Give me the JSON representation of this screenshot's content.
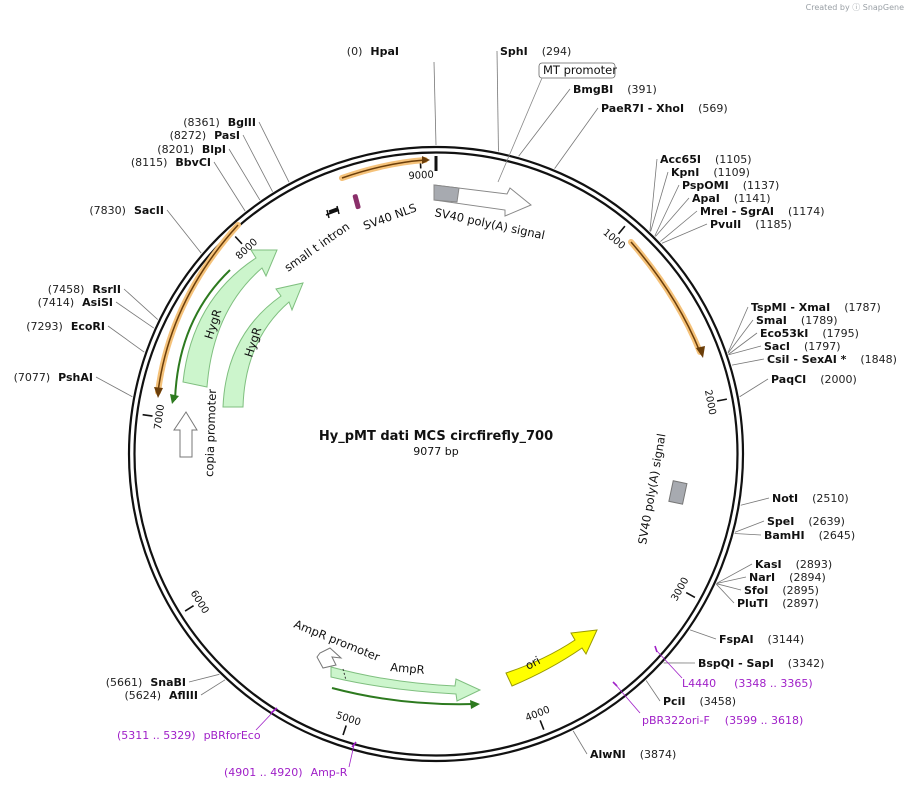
{
  "credit": "Created by ⓘ SnapGene",
  "plasmid": {
    "name": "Hy_pMT dati MCS circfirefly_700",
    "length": "9077 bp"
  },
  "ticks": [
    {
      "pos": 1000,
      "label": "1000"
    },
    {
      "pos": 2000,
      "label": "2000"
    },
    {
      "pos": 3000,
      "label": "3000"
    },
    {
      "pos": 4000,
      "label": "4000"
    },
    {
      "pos": 5000,
      "label": "5000"
    },
    {
      "pos": 6000,
      "label": "6000"
    },
    {
      "pos": 7000,
      "label": "7000"
    },
    {
      "pos": 8000,
      "label": "8000"
    },
    {
      "pos": 9000,
      "label": "9000"
    }
  ],
  "sites": [
    {
      "name": "HpaI",
      "pos": "(0)",
      "bp": 0,
      "side": "top-left"
    },
    {
      "name": "SphI",
      "pos": "(294)",
      "bp": 294,
      "side": "right"
    },
    {
      "name": "BmgBI",
      "pos": "(391)",
      "bp": 391,
      "side": "right"
    },
    {
      "name": "PaeR7I  - XhoI",
      "pos": "(569)",
      "bp": 569,
      "side": "right"
    },
    {
      "name": "Acc65I",
      "pos": "(1105)",
      "bp": 1105,
      "side": "right"
    },
    {
      "name": "KpnI",
      "pos": "(1109)",
      "bp": 1109,
      "side": "right"
    },
    {
      "name": "PspOMI",
      "pos": "(1137)",
      "bp": 1137,
      "side": "right"
    },
    {
      "name": "ApaI",
      "pos": "(1141)",
      "bp": 1141,
      "side": "right"
    },
    {
      "name": "MreI  - SgrAI",
      "pos": "(1174)",
      "bp": 1174,
      "side": "right"
    },
    {
      "name": "PvuII",
      "pos": "(1185)",
      "bp": 1185,
      "side": "right"
    },
    {
      "name": "TspMI  - XmaI",
      "pos": "(1787)",
      "bp": 1787,
      "side": "right"
    },
    {
      "name": "SmaI",
      "pos": "(1789)",
      "bp": 1789,
      "side": "right"
    },
    {
      "name": "Eco53kI",
      "pos": "(1795)",
      "bp": 1795,
      "side": "right"
    },
    {
      "name": "SacI",
      "pos": "(1797)",
      "bp": 1797,
      "side": "right"
    },
    {
      "name": "CsiI  - SexAI *",
      "pos": "(1848)",
      "bp": 1848,
      "side": "right"
    },
    {
      "name": "PaqCI",
      "pos": "(2000)",
      "bp": 2000,
      "side": "right"
    },
    {
      "name": "NotI",
      "pos": "(2510)",
      "bp": 2510,
      "side": "right"
    },
    {
      "name": "SpeI",
      "pos": "(2639)",
      "bp": 2639,
      "side": "right"
    },
    {
      "name": "BamHI",
      "pos": "(2645)",
      "bp": 2645,
      "side": "right"
    },
    {
      "name": "KasI",
      "pos": "(2893)",
      "bp": 2893,
      "side": "right"
    },
    {
      "name": "NarI",
      "pos": "(2894)",
      "bp": 2894,
      "side": "right"
    },
    {
      "name": "SfoI",
      "pos": "(2895)",
      "bp": 2895,
      "side": "right"
    },
    {
      "name": "PluTI",
      "pos": "(2897)",
      "bp": 2897,
      "side": "right"
    },
    {
      "name": "FspAI",
      "pos": "(3144)",
      "bp": 3144,
      "side": "right"
    },
    {
      "name": "BspQI  - SapI",
      "pos": "(3342)",
      "bp": 3342,
      "side": "right"
    },
    {
      "name": "PciI",
      "pos": "(3458)",
      "bp": 3458,
      "side": "right"
    },
    {
      "name": "AlwNI",
      "pos": "(3874)",
      "bp": 3874,
      "side": "right"
    },
    {
      "name": "SnaBI",
      "pos": "(5661)",
      "bp": 5661,
      "side": "left"
    },
    {
      "name": "AflIII",
      "pos": "(5624)",
      "bp": 5624,
      "side": "left"
    },
    {
      "name": "PshAI",
      "pos": "(7077)",
      "bp": 7077,
      "side": "left"
    },
    {
      "name": "EcoRI",
      "pos": "(7293)",
      "bp": 7293,
      "side": "left"
    },
    {
      "name": "AsiSI",
      "pos": "(7414)",
      "bp": 7414,
      "side": "left"
    },
    {
      "name": "RsrII",
      "pos": "(7458)",
      "bp": 7458,
      "side": "left"
    },
    {
      "name": "SacII",
      "pos": "(7830)",
      "bp": 7830,
      "side": "left"
    },
    {
      "name": "BbvCI",
      "pos": "(8115)",
      "bp": 8115,
      "side": "left"
    },
    {
      "name": "BlpI",
      "pos": "(8201)",
      "bp": 8201,
      "side": "left"
    },
    {
      "name": "PasI",
      "pos": "(8272)",
      "bp": 8272,
      "side": "left"
    },
    {
      "name": "BglII",
      "pos": "(8361)",
      "bp": 8361,
      "side": "left"
    }
  ],
  "primers": [
    {
      "name": "L4440",
      "pos": "(3348 .. 3365)"
    },
    {
      "name": "pBR322ori-F",
      "pos": "(3599 .. 3618)"
    },
    {
      "name": "pBRforEco",
      "pos": "(5311 .. 5329)"
    },
    {
      "name": "Amp-R",
      "pos": "(4901 .. 4920)"
    }
  ],
  "features": {
    "mt_promoter": "MT promoter",
    "sv40_polya_top": "SV40 poly(A) signal",
    "sv40_nls": "SV40 NLS",
    "small_t_intron": "small t intron",
    "hygr_outer": "HygR",
    "hygr_inner": "HygR",
    "copia_promoter": "copia promoter",
    "sv40_polya_right": "SV40 poly(A) signal",
    "ampr_promoter": "AmpR promoter",
    "ampr": "AmpR",
    "ori": "ori"
  },
  "colors": {
    "backbone": "#111111",
    "orf_highlight": "#f5c27a",
    "orf_line": "#7a4a12",
    "hygr_fill": "#ccf5cc",
    "hygr_stroke": "#3a9a3a",
    "ori_fill": "#ffff00",
    "sv40_gray": "#a7aab0",
    "nls_fill": "#8a2f6a",
    "primer": "#a020c8"
  }
}
